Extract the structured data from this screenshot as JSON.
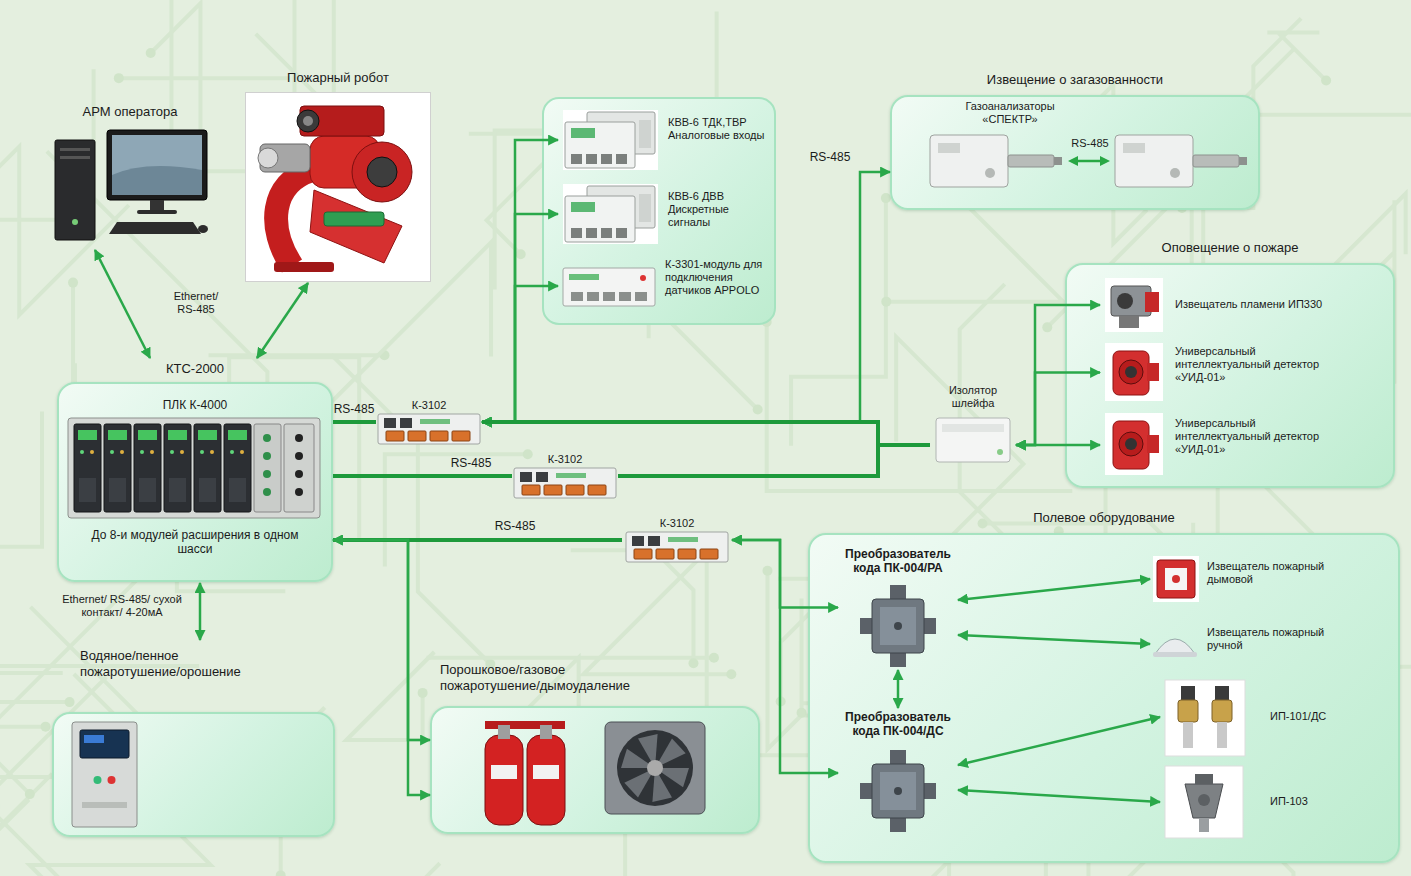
{
  "diagram": {
    "nodes": [
      {
        "text": [
          "АРМ оператора"
        ]
      },
      {
        "text": [
          "Пожарный робот"
        ]
      },
      {
        "text": [
          "КТС-2000",
          "ПЛК К-4000",
          "До 8-и модулей расширения в одном шасси"
        ]
      },
      {
        "text": [
          "Водяное/пенное пожаротушение/орошение"
        ]
      },
      {
        "text": [
          "К-3102"
        ]
      },
      {
        "text": [
          "К-3102"
        ]
      },
      {
        "text": [
          "К-3102"
        ]
      },
      {
        "text": [
          "КВВ-6 ТДК,ТВР Аналоговые входы"
        ]
      },
      {
        "text": [
          "КВВ-6 ДВВ Дискретные сигналы"
        ]
      },
      {
        "text": [
          "К-3301-модуль для подключения датчиков APPOLO"
        ]
      },
      {
        "text": [
          "Извещение о загазованности",
          "Газоанализаторы «СПЕКТР»"
        ]
      },
      {
        "text": [
          "Оповещение о пожаре"
        ]
      },
      {
        "text": [
          "Извещатель пламени ИП330"
        ],
        "in": 11
      },
      {
        "text": [
          "Универсальный интеллектуальный детектор «УИД-01»"
        ],
        "in": 11
      },
      {
        "text": [
          "Универсальный интеллектуальный детектор «УИД-01»"
        ],
        "in": 11
      },
      {
        "text": [
          "Изолятор шлейфа"
        ]
      },
      {
        "text": [
          "Порошковое/газовое пожаротушение/дымоудаление"
        ]
      },
      {
        "text": [
          "Полевое оборудование"
        ]
      },
      {
        "text": [
          "Преобразователь кода ПК-004/РА"
        ],
        "in": 17
      },
      {
        "text": [
          "Преобразователь кода ПК-004/ДС"
        ],
        "in": 17
      },
      {
        "text": [
          "Извещатель пожарный дымовой"
        ],
        "in": 17
      },
      {
        "text": [
          "Извещатель пожарный ручной"
        ],
        "in": 17
      },
      {
        "text": [
          "ИП-101/ДС"
        ],
        "in": 17
      },
      {
        "text": [
          "ИП-103"
        ],
        "in": 17
      }
    ],
    "edges": [
      {
        "from": 0,
        "to": 2,
        "arrow": "both",
        "label": "Ethernet/ RS-485"
      },
      {
        "from": 2,
        "to": 1,
        "arrow": "both"
      },
      {
        "from": 2,
        "to": 3,
        "arrow": "both",
        "label": "Ethernet/ RS-485/ сухой контакт/ 4-20мА"
      },
      {
        "from": 2,
        "to": 4,
        "arrow": "none",
        "label": "RS-485"
      },
      {
        "from": 2,
        "to": 5,
        "arrow": "none",
        "label": "RS-485"
      },
      {
        "from": 2,
        "to": 6,
        "arrow": "none",
        "label": "RS-485"
      },
      {
        "from": 4,
        "to": 7,
        "arrow": "both"
      },
      {
        "from": 4,
        "to": 8,
        "arrow": "both"
      },
      {
        "from": 4,
        "to": 9,
        "arrow": "both"
      },
      {
        "from": 4,
        "to": 10,
        "arrow": "both",
        "label": "RS-485"
      },
      {
        "from": 4,
        "to": 15,
        "arrow": "none"
      },
      {
        "from": 5,
        "to": 15,
        "arrow": "none"
      },
      {
        "from": 15,
        "to": 12,
        "arrow": "both"
      },
      {
        "from": 15,
        "to": 13,
        "arrow": "both"
      },
      {
        "from": 15,
        "to": 14,
        "arrow": "both"
      },
      {
        "from": 2,
        "to": 16,
        "arrow": "both"
      },
      {
        "from": 2,
        "to": 16,
        "arrow": "both"
      },
      {
        "from": 6,
        "to": 18,
        "arrow": "both"
      },
      {
        "from": 6,
        "to": 19,
        "arrow": "both"
      },
      {
        "from": 18,
        "to": 19,
        "arrow": "both"
      },
      {
        "from": 18,
        "to": 20,
        "arrow": "both"
      },
      {
        "from": 18,
        "to": 21,
        "arrow": "both"
      },
      {
        "from": 19,
        "to": 22,
        "arrow": "both"
      },
      {
        "from": 19,
        "to": 23,
        "arrow": "both"
      }
    ],
    "labels": [
      "RS-485"
    ]
  }
}
